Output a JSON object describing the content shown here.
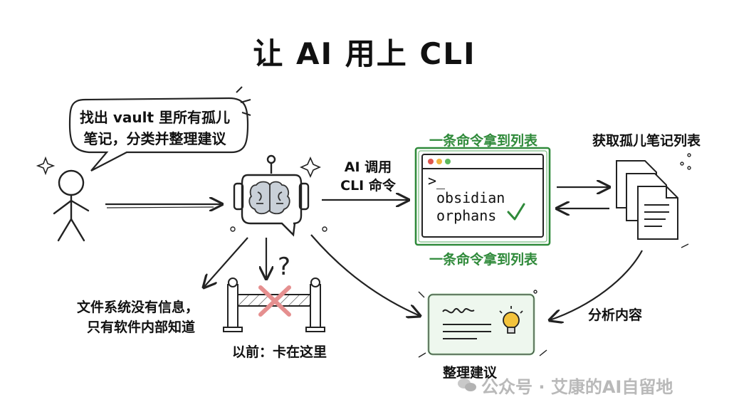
{
  "title": "让 AI 用上 CLI",
  "user_bubble": {
    "line1": "找出 vault 里所有孤儿",
    "line2": "笔记，分类并整理建议"
  },
  "ai_call_label": {
    "line1": "AI 调用",
    "line2": "CLI 命令"
  },
  "terminal": {
    "prompt": ">_",
    "command_line1": "obsidian",
    "command_line2": "orphans",
    "caption_top": "一条命令拿到列表",
    "caption_bottom": "一条命令拿到列表"
  },
  "orphan_notes_label": "获取孤儿笔记列表",
  "analyze_label": "分析内容",
  "suggestion_label": "整理建议",
  "fs_no_info": {
    "line1": "文件系统没有信息，",
    "line2": "只有软件内部知道"
  },
  "blocked_label": "以前：卡在这里",
  "watermark": "公众号 · 艾康的AI自留地",
  "colors": {
    "accent_green": "#2f8a3a",
    "barrier_red": "#e58f8f",
    "bulb_yellow": "#f3c33c",
    "sketch": "#222222"
  }
}
